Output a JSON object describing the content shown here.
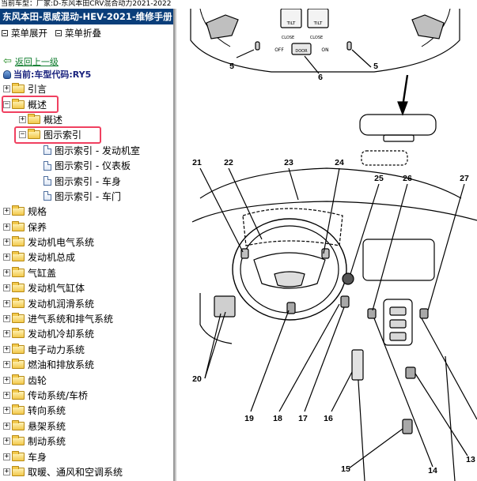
{
  "topbar": {
    "text": "当前车型：厂家:D-东风本田CRV混合动力2021-2022"
  },
  "manual": {
    "title": "东风本田-思威混动-HEV-2021-维修手册"
  },
  "toolbar": {
    "expand_label": "菜单展开",
    "collapse_label": "菜单折叠"
  },
  "nav": {
    "back_label": "返回上一级",
    "vehicle_label": "当前:车型代码:RY5"
  },
  "tree": {
    "items": [
      {
        "label": "引言",
        "type": "folder",
        "level": 0,
        "expanded": false
      },
      {
        "label": "概述",
        "type": "folder",
        "level": 0,
        "expanded": true
      },
      {
        "label": "概述",
        "type": "folder",
        "level": 1,
        "expanded": false
      },
      {
        "label": "图示索引",
        "type": "folder",
        "level": 1,
        "expanded": true
      },
      {
        "label": "图示索引 - 发动机室",
        "type": "page",
        "level": 2
      },
      {
        "label": "图示索引 - 仪表板",
        "type": "page",
        "level": 2
      },
      {
        "label": "图示索引 - 车身",
        "type": "page",
        "level": 2
      },
      {
        "label": "图示索引 - 车门",
        "type": "page",
        "level": 2
      },
      {
        "label": "规格",
        "type": "folder",
        "level": 0,
        "expanded": false
      },
      {
        "label": "保养",
        "type": "folder",
        "level": 0,
        "expanded": false
      },
      {
        "label": "发动机电气系统",
        "type": "folder",
        "level": 0,
        "expanded": false
      },
      {
        "label": "发动机总成",
        "type": "folder",
        "level": 0,
        "expanded": false
      },
      {
        "label": "气缸盖",
        "type": "folder",
        "level": 0,
        "expanded": false
      },
      {
        "label": "发动机气缸体",
        "type": "folder",
        "level": 0,
        "expanded": false
      },
      {
        "label": "发动机润滑系统",
        "type": "folder",
        "level": 0,
        "expanded": false
      },
      {
        "label": "进气系统和排气系统",
        "type": "folder",
        "level": 0,
        "expanded": false
      },
      {
        "label": "发动机冷却系统",
        "type": "folder",
        "level": 0,
        "expanded": false
      },
      {
        "label": "电子动力系统",
        "type": "folder",
        "level": 0,
        "expanded": false
      },
      {
        "label": "燃油和排放系统",
        "type": "folder",
        "level": 0,
        "expanded": false
      },
      {
        "label": "齿轮",
        "type": "folder",
        "level": 0,
        "expanded": false
      },
      {
        "label": "传动系统/车桥",
        "type": "folder",
        "level": 0,
        "expanded": false
      },
      {
        "label": "转向系统",
        "type": "folder",
        "level": 0,
        "expanded": false
      },
      {
        "label": "悬架系统",
        "type": "folder",
        "level": 0,
        "expanded": false
      },
      {
        "label": "制动系统",
        "type": "folder",
        "level": 0,
        "expanded": false
      },
      {
        "label": "车身",
        "type": "folder",
        "level": 0,
        "expanded": false
      },
      {
        "label": "取暖、通风和空调系统",
        "type": "folder",
        "level": 0,
        "expanded": false
      }
    ]
  },
  "diagram": {
    "button_labels": {
      "tilt": "TILT",
      "close": "CLOSE",
      "off": "OFF",
      "on": "ON",
      "door": "DOOR"
    },
    "callouts": [
      "5",
      "6",
      "5",
      "21",
      "22",
      "23",
      "24",
      "25",
      "26",
      "27",
      "20",
      "19",
      "18",
      "17",
      "16",
      "15",
      "14",
      "13"
    ]
  },
  "colors": {
    "title_bar": "#0a3e7a",
    "highlight": "#f04060",
    "link": "#0a7a2a",
    "vehicle_text": "#1a237e"
  }
}
